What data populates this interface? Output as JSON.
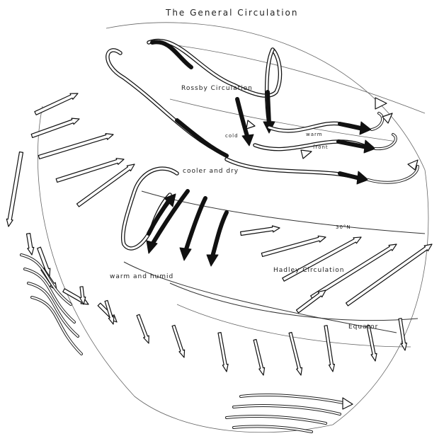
{
  "diagram": {
    "title": "The General Circulation",
    "labels": {
      "rossby": "Rossby Circulation",
      "cold": "cold",
      "warm": "warm",
      "front": "front",
      "cooler_dry": "cooler and dry",
      "latitude": "30°N",
      "hadley": "Hadley Circulation",
      "warm_humid": "warm and humid",
      "equator": "Equator"
    }
  }
}
